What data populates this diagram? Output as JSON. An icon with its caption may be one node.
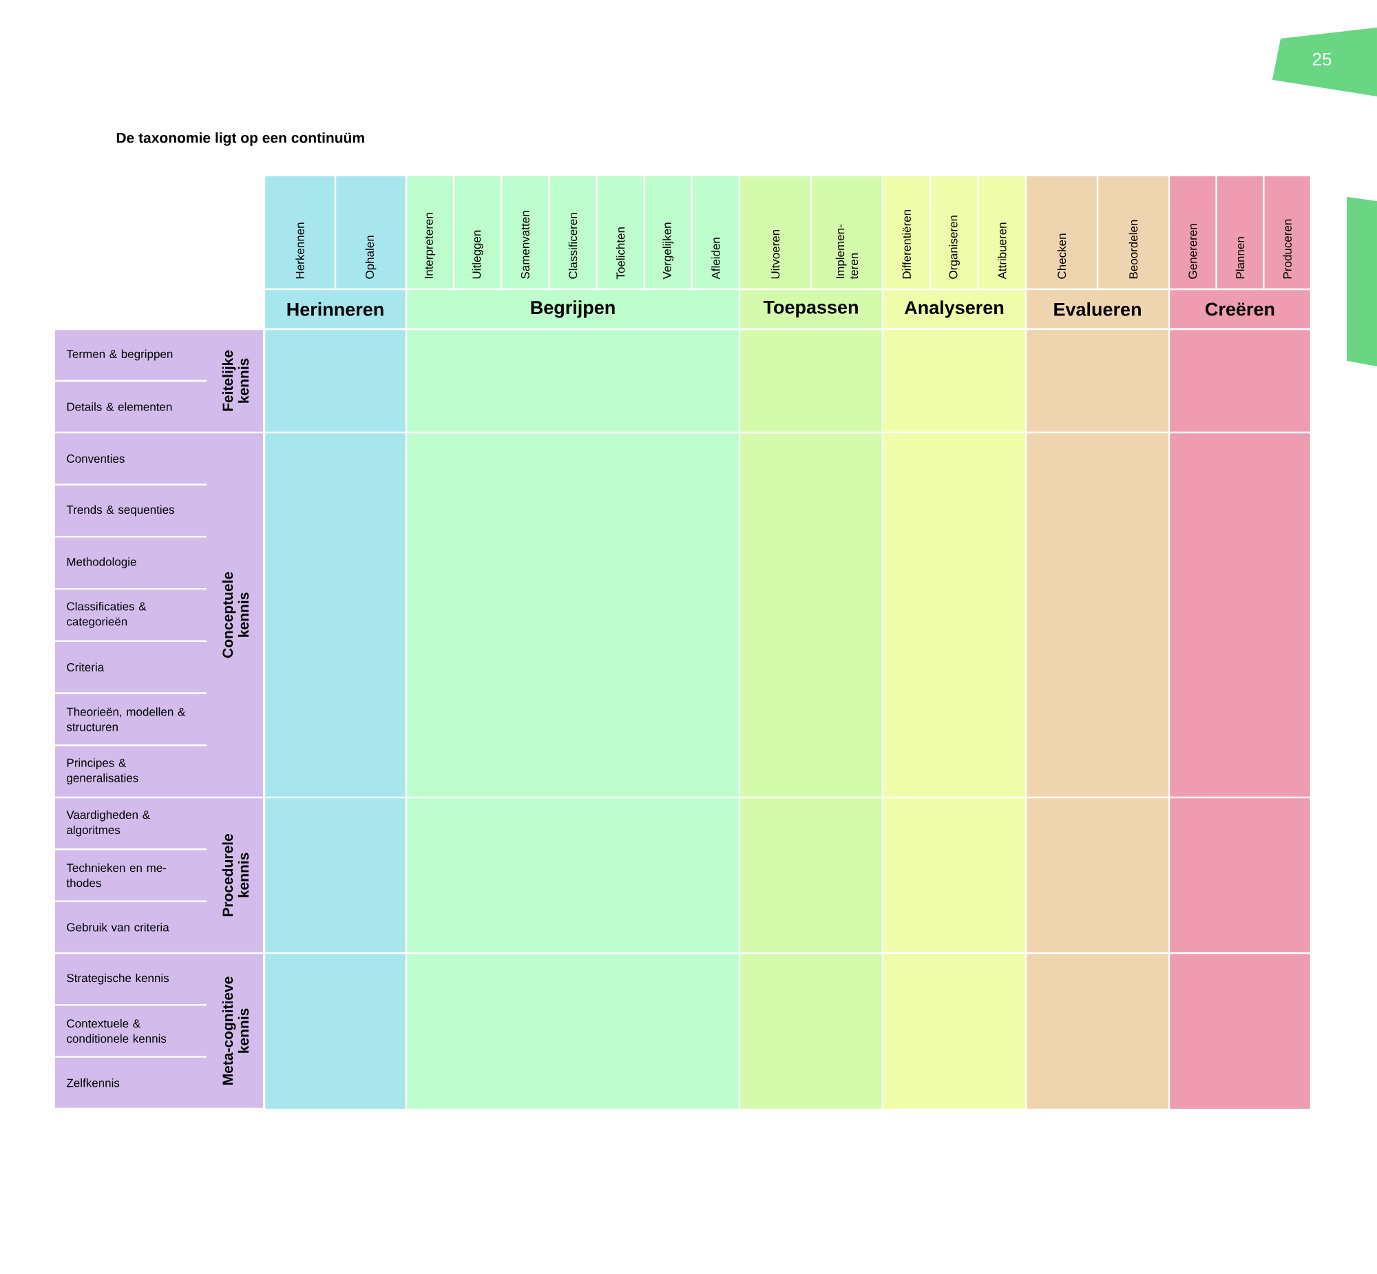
{
  "diagram": {
    "title": "De taxonomie ligt op een continuüm",
    "nodes": [
      {
        "text": [
          "Herkennen"
        ]
      },
      {
        "text": [
          "Ophalen"
        ]
      },
      {
        "text": [
          "Interpreteren"
        ]
      },
      {
        "text": [
          "Uitleggen"
        ]
      },
      {
        "text": [
          "Samenvatten"
        ]
      },
      {
        "text": [
          "Classificeren"
        ]
      },
      {
        "text": [
          "Toelichten"
        ]
      },
      {
        "text": [
          "Vergelijken"
        ]
      },
      {
        "text": [
          "Afleiden"
        ]
      },
      {
        "text": [
          "Uitvoeren"
        ]
      },
      {
        "text": [
          "Implemen- teren"
        ]
      },
      {
        "text": [
          "Differentiëren"
        ]
      },
      {
        "text": [
          "Organiseren"
        ]
      },
      {
        "text": [
          "Attribueren"
        ]
      },
      {
        "text": [
          "Checken"
        ]
      },
      {
        "text": [
          "Beoordelen"
        ]
      },
      {
        "text": [
          "Genereren"
        ]
      },
      {
        "text": [
          "Plannen"
        ]
      },
      {
        "text": [
          "Produceren"
        ]
      },
      {
        "text": [
          "Herinneren"
        ]
      },
      {
        "text": [
          "Begrijpen"
        ]
      },
      {
        "text": [
          "Toepassen"
        ]
      },
      {
        "text": [
          "Analyseren"
        ]
      },
      {
        "text": [
          "Evalueren"
        ]
      },
      {
        "text": [
          "Creëren"
        ]
      },
      {
        "text": [
          "Termen & begrippen"
        ]
      },
      {
        "text": [
          "Details & elementen"
        ]
      },
      {
        "text": [
          "Feitelijke kennis"
        ]
      },
      {
        "text": [
          "Conventies"
        ]
      },
      {
        "text": [
          "Trends & sequenties"
        ]
      },
      {
        "text": [
          "Methodologie"
        ]
      },
      {
        "text": [
          "Classificaties & categorieën"
        ]
      },
      {
        "text": [
          "Criteria"
        ]
      },
      {
        "text": [
          "Theorieën, modellen & structuren"
        ]
      },
      {
        "text": [
          "Principes & generalisaties"
        ]
      },
      {
        "text": [
          "Conceptuele kennis"
        ]
      },
      {
        "text": [
          "Vaardigheden & algoritmes"
        ]
      },
      {
        "text": [
          "Technieken en me- thodes"
        ]
      },
      {
        "text": [
          "Gebruik van criteria"
        ]
      },
      {
        "text": [
          "Procedurele kennis"
        ]
      },
      {
        "text": [
          "Strategische kennis"
        ]
      },
      {
        "text": [
          "Contextuele & conditionele kennis"
        ]
      },
      {
        "text": [
          "Zelfkennis"
        ]
      },
      {
        "text": [
          "Meta-cognitieve kennis"
        ]
      }
    ],
    "labels": [
      "25"
    ]
  }
}
